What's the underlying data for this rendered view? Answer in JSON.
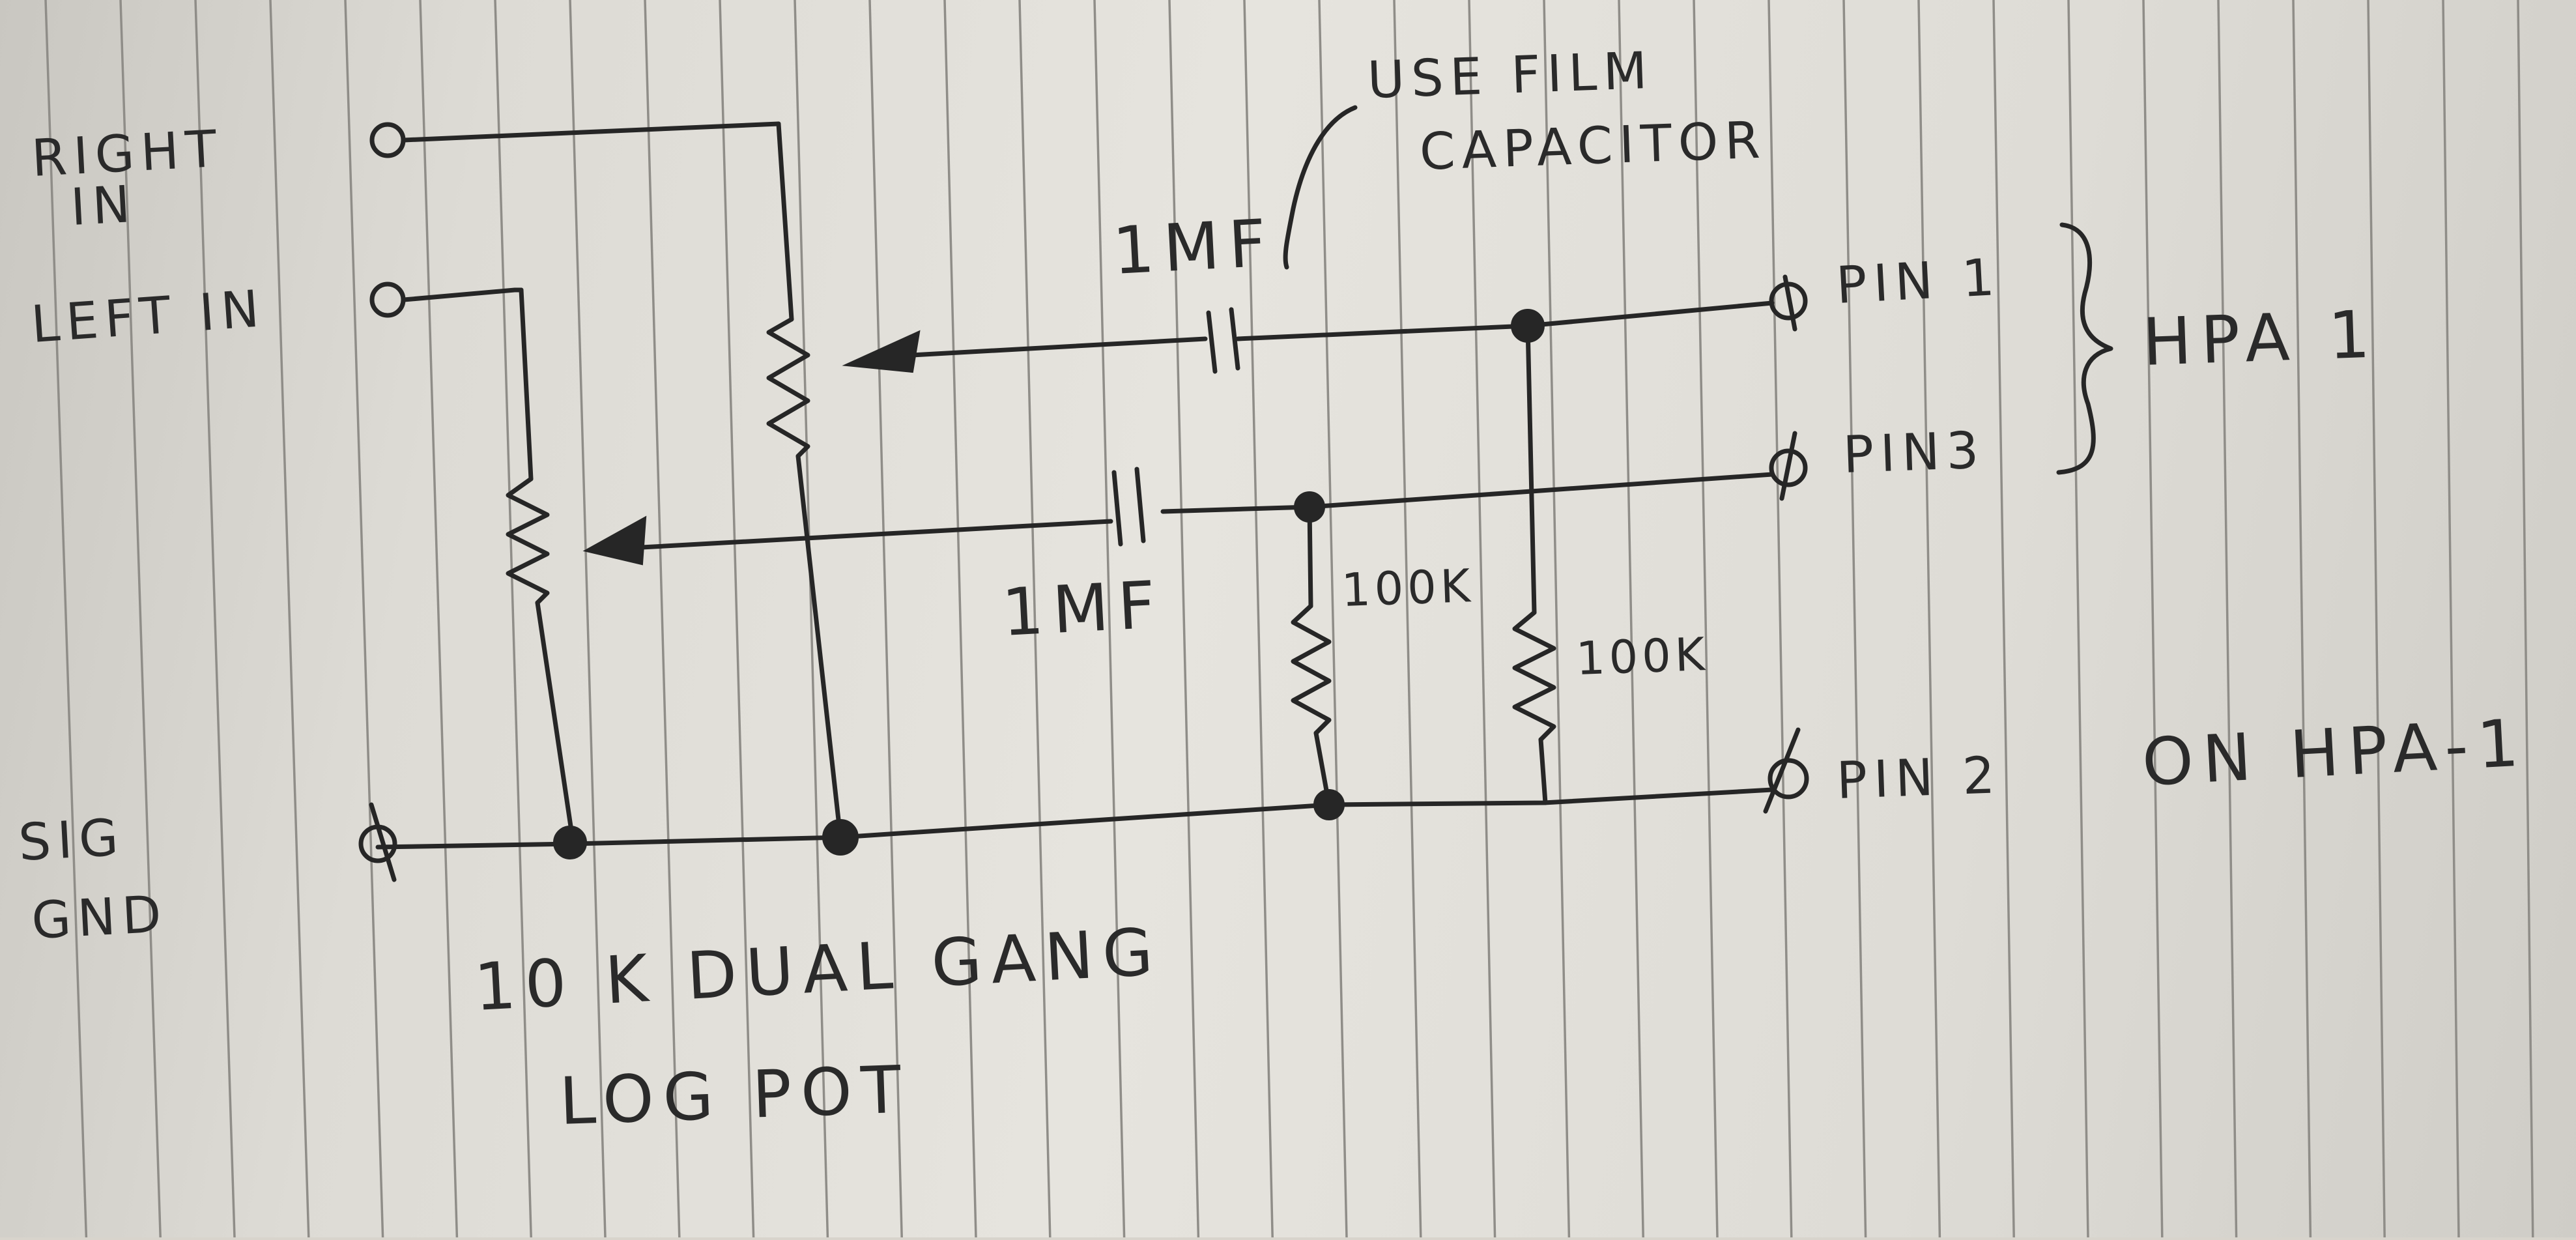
{
  "diagram": {
    "inputs": {
      "right_in": [
        "RIGHT",
        "IN"
      ],
      "left_in": "LEFT IN",
      "sig_gnd": [
        "SIG",
        "GND"
      ]
    },
    "notes": {
      "film_cap_note": [
        "USE FILM",
        "CAPACITOR"
      ],
      "pot_note": [
        "10 K DUAL GANG",
        "LOG POT"
      ],
      "hpa_group": "HPA 1",
      "pin2_note": "ON HPA-1"
    },
    "components": {
      "cap_top_value": "1MF",
      "cap_bottom_value": "1MF",
      "resistor_left_value": "100K",
      "resistor_right_value": "100K"
    },
    "pins": {
      "pin1": "PIN 1",
      "pin3": "PIN3",
      "pin2": "PIN 2"
    },
    "colors": {
      "ink": "#262626",
      "paper": "#e2e0da",
      "rule": "#8f8d88"
    }
  }
}
